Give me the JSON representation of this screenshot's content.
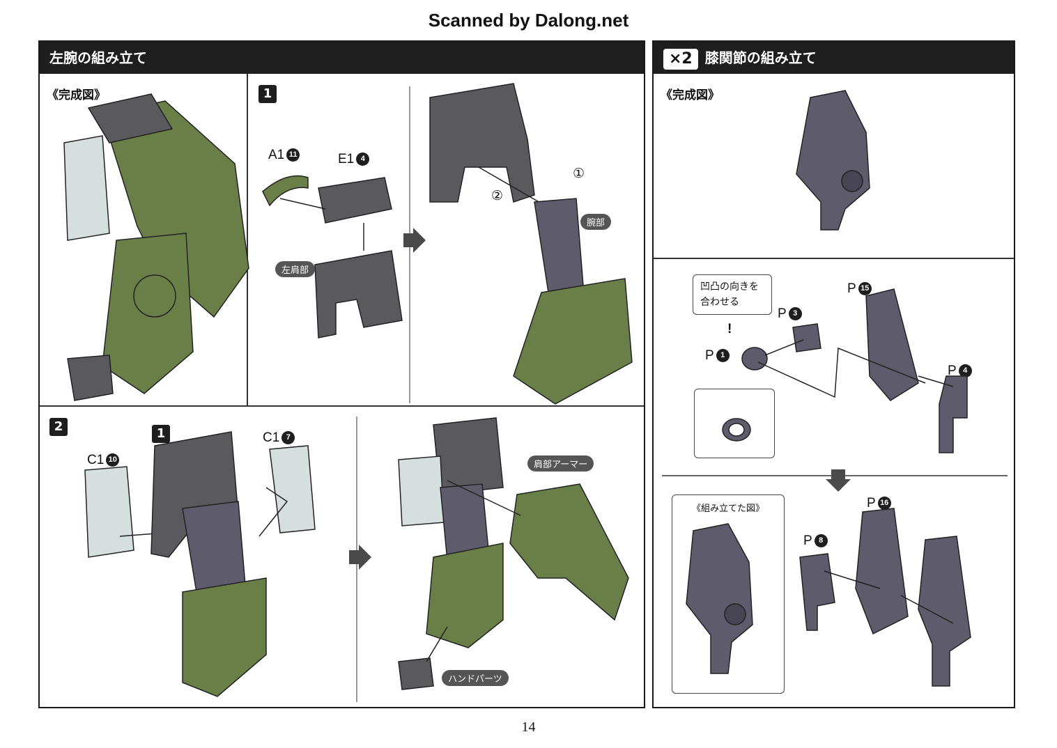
{
  "watermark": "Scanned by Dalong.net",
  "page_number": "14",
  "left_section": {
    "title": "左腕の組み立て",
    "completed_label": "《完成図》",
    "step1": {
      "number": "1",
      "parts": [
        {
          "code": "A1",
          "num": "11"
        },
        {
          "code": "E1",
          "num": "4"
        }
      ],
      "tags": [
        "左肩部",
        "腕部"
      ],
      "circled": [
        "①",
        "②"
      ]
    },
    "step2": {
      "number": "2",
      "ref_step": "1",
      "parts": [
        {
          "code": "C1",
          "num": "10"
        },
        {
          "code": "C1",
          "num": "7"
        }
      ],
      "tags": [
        "肩部アーマー",
        "ハンドパーツ"
      ]
    }
  },
  "right_section": {
    "multiplier": "×2",
    "title": "膝関節の組み立て",
    "completed_label": "《完成図》",
    "callout": "凹凸の向きを合わせる",
    "parts": [
      {
        "code": "P",
        "num": "15"
      },
      {
        "code": "P",
        "num": "3"
      },
      {
        "code": "P",
        "num": "1"
      },
      {
        "code": "P",
        "num": "4"
      },
      {
        "code": "P",
        "num": "16"
      },
      {
        "code": "P",
        "num": "8"
      }
    ],
    "assembled_label": "《組み立てた図》",
    "warning_glyph": "!"
  },
  "colors": {
    "header_bg": "#1e1e1e",
    "armor_green": "#6a7f48",
    "frame_gray": "#5a5a5e",
    "clear_part": "#d5dfdd",
    "joint_purple": "#5d5b6c"
  }
}
